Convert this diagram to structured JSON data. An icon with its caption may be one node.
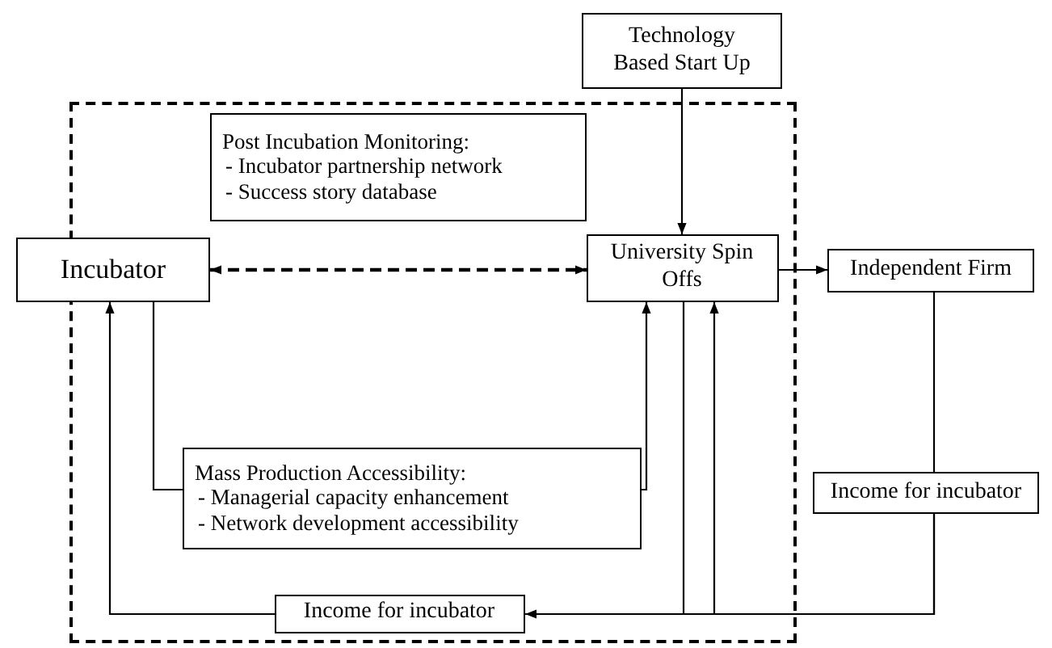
{
  "diagram": {
    "nodes": [
      {
        "text": [
          "Technology Based Start Up"
        ]
      },
      {
        "text": [],
        "shape": "box"
      },
      {
        "text": [
          "Post Incubation Monitoring:",
          "- Incubator partnership network",
          "- Success story database"
        ],
        "in": 1
      },
      {
        "text": [
          "Incubator"
        ]
      },
      {
        "text": [
          "University Spin Offs"
        ],
        "in": 1
      },
      {
        "text": [
          "Independent Firm"
        ]
      },
      {
        "text": [
          "Mass Production Accessibility:",
          "- Managerial capacity enhancement",
          "- Network development accessibility"
        ],
        "in": 1
      },
      {
        "text": [
          "Income for incubator"
        ]
      },
      {
        "text": [
          "Income for incubator"
        ],
        "in": 1
      }
    ],
    "edges": [
      {
        "from": 0,
        "to": 4,
        "arrow": "to"
      },
      {
        "from": 3,
        "to": 4,
        "arrow": "both",
        "style": "dashed"
      },
      {
        "from": 4,
        "to": 5,
        "arrow": "to"
      },
      {
        "from": 3,
        "to": 6,
        "arrow": "none"
      },
      {
        "from": 6,
        "to": 4,
        "arrow": "to"
      },
      {
        "from": 4,
        "to": 8,
        "arrow": "to"
      },
      {
        "from": 5,
        "to": 7,
        "arrow": "none"
      },
      {
        "from": 7,
        "to": 4,
        "arrow": "to"
      },
      {
        "from": 7,
        "to": 8,
        "arrow": "none"
      },
      {
        "from": 8,
        "to": 3,
        "arrow": "to"
      }
    ]
  }
}
